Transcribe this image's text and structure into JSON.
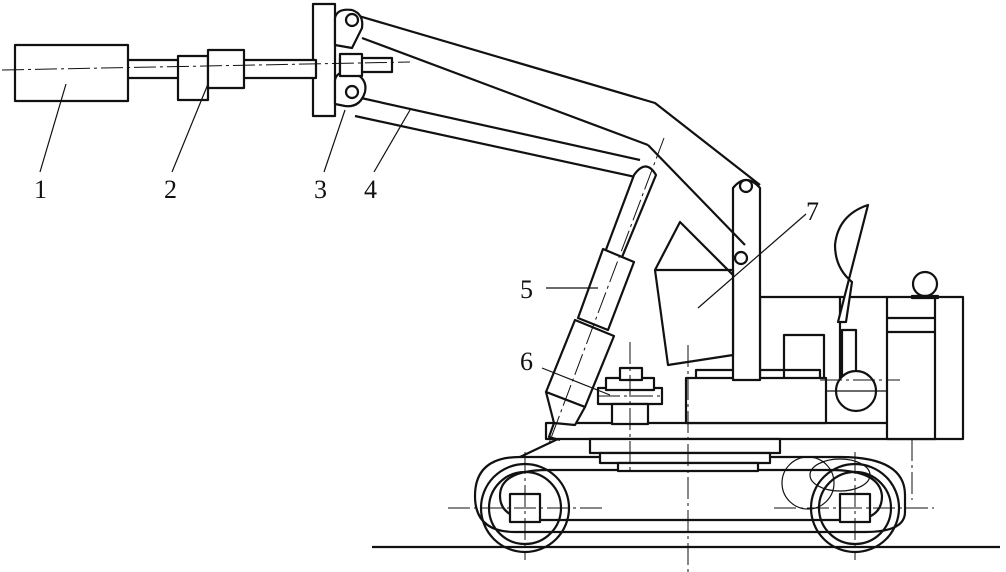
{
  "labels": {
    "l1": "1",
    "l2": "2",
    "l3": "3",
    "l4": "4",
    "l5": "5",
    "l6": "6",
    "l7": "7"
  },
  "colors": {
    "ink": "#111111",
    "paper": "#ffffff"
  }
}
